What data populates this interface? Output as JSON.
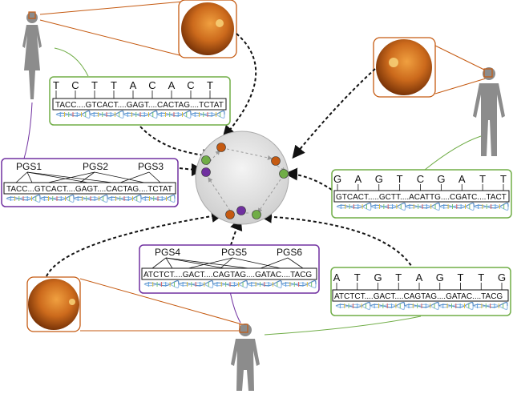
{
  "colors": {
    "orange": "#c55a11",
    "green": "#70ad47",
    "purple": "#7030a0",
    "gray": "#8c8c8c",
    "fundus": "#d2691e"
  },
  "icons": [
    "person-female-icon",
    "person-male-icon",
    "person-child-icon",
    "fundus-image-icon",
    "dna-helix-icon"
  ],
  "panels": {
    "snp_top": {
      "bases": [
        "T",
        "C",
        "T",
        "T",
        "A",
        "C",
        "A",
        "C",
        "T"
      ],
      "sequence": "TACC....GTCACT....GAGT....CACTAG....TCTAT"
    },
    "pgs_left": {
      "labels": [
        "PGS1",
        "PGS2",
        "PGS3"
      ],
      "sequence": "TACC...GTCACT....GAGT....CACTAG....TCTAT"
    },
    "snp_right": {
      "bases": [
        "G",
        "A",
        "G",
        "T",
        "C",
        "G",
        "A",
        "T",
        "T"
      ],
      "sequence": "GTCACT.....GCTT....ACATTG....CGATC....TACT"
    },
    "pgs_bottom": {
      "labels": [
        "PGS4",
        "PGS5",
        "PGS6"
      ],
      "sequence": "ATCTCT....GACT....CAGTAG....GATAC....TACG"
    },
    "snp_bottom": {
      "bases": [
        "A",
        "T",
        "G",
        "T",
        "A",
        "G",
        "T",
        "T",
        "G"
      ],
      "sequence": "ATCTCT....GACT....CAGTAG....GATAC....TACG"
    }
  }
}
